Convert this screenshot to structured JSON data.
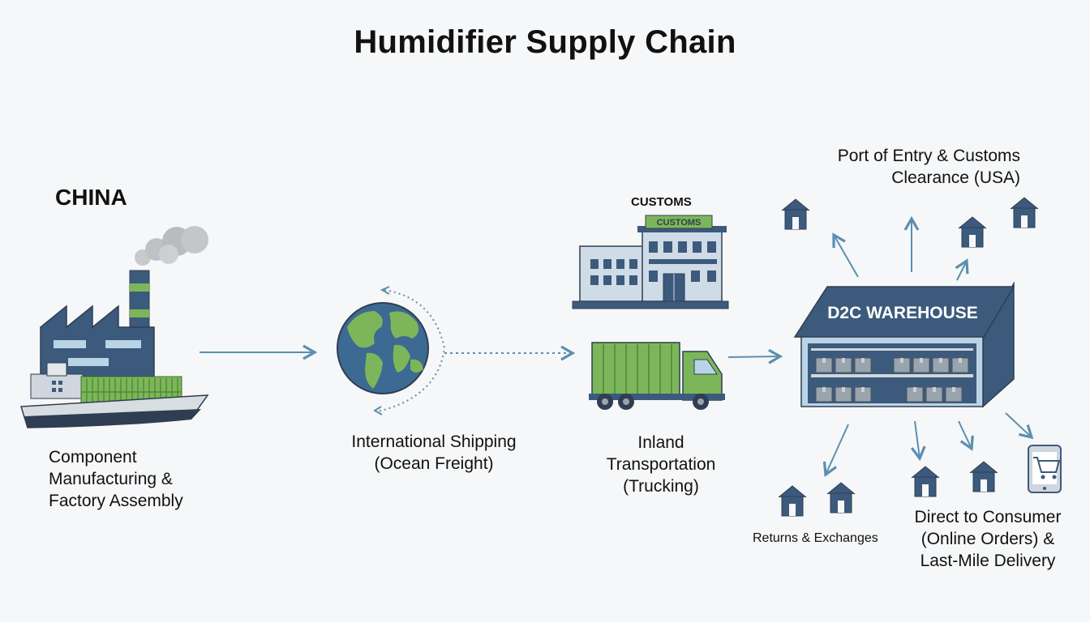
{
  "title": "Humidifier Supply Chain",
  "labels": {
    "origin_country": "CHINA",
    "manufacturing": "Component\nManufacturing &\nFactory Assembly",
    "shipping": "International Shipping\n(Ocean Freight)",
    "customs_caption": "CUSTOMS",
    "customs_sign": "CUSTOMS",
    "trucking": "Inland\nTransportation\n(Trucking)",
    "port_of_entry": "Port of Entry & Customs\nClearance (USA)",
    "warehouse": "D2C WAREHOUSE",
    "returns": "Returns & Exchanges",
    "direct_to_consumer": "Direct to Consumer\n(Online Orders) &\nLast-Mile Delivery"
  },
  "colors": {
    "navy": "#3c5a7c",
    "navy_dark": "#2f3e52",
    "green": "#7db65a",
    "arrow": "#5b8fb0",
    "light_blue": "#b9d4e6",
    "gray": "#cfd6dd"
  },
  "icons": [
    "factory-ship-icon",
    "smoke-icon",
    "globe-icon",
    "customs-building-icon",
    "truck-icon",
    "warehouse-icon",
    "house-icon",
    "smartphone-cart-icon"
  ]
}
